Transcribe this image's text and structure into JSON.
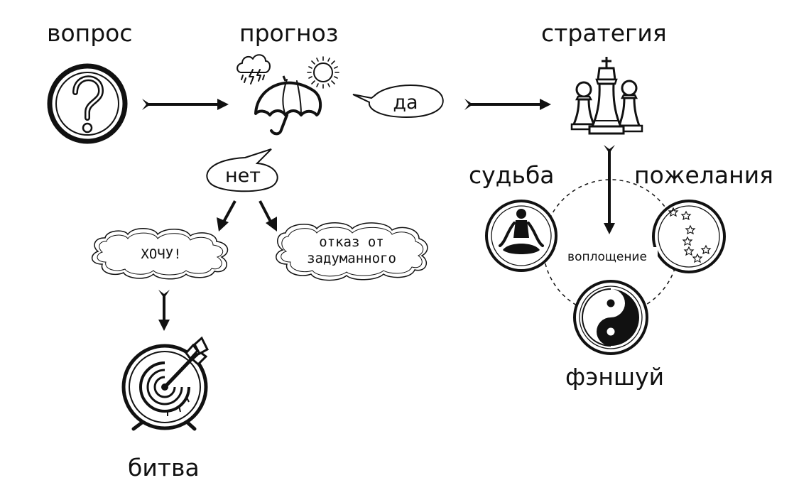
{
  "labels": {
    "question": "вопрос",
    "forecast": "прогноз",
    "strategy": "стратегия",
    "fate": "судьба",
    "wishes": "пожелания",
    "fengshui": "фэншуй",
    "battle": "битва"
  },
  "bubbles": {
    "yes": "да",
    "no": "нет"
  },
  "clouds": {
    "want": "ХОЧУ!",
    "refuse_line1": "отказ от",
    "refuse_line2": "задуманного"
  },
  "center_label": "воплощение",
  "icons": [
    "question-mark-icon",
    "storm-cloud-icon",
    "sun-icon",
    "umbrella-icon",
    "chess-pieces-icon",
    "meditation-icon",
    "constellation-icon",
    "yin-yang-icon",
    "target-arrow-icon"
  ]
}
